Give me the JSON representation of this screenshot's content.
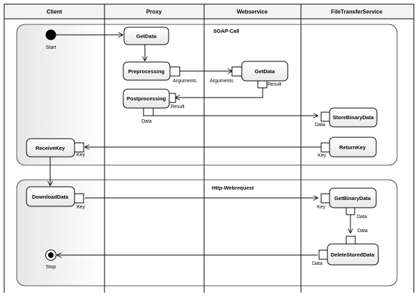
{
  "swimlanes": [
    "Client",
    "Proxy",
    "Webservice",
    "FileTransferService"
  ],
  "regions": {
    "soap": "SOAP-Call",
    "http": "Http-Webrequest"
  },
  "nodes": {
    "start": "Start",
    "stop": "Stop",
    "get_data_proxy": "GetData",
    "preprocessing": "Preprocessing",
    "get_data_ws": "GetData",
    "postprocessing": "Postprocessing",
    "store_binary_data": "StoreBinaryData",
    "receive_key": "ReceiveKey",
    "return_key": "ReturnKey",
    "download_data": "DownloadData",
    "get_binary_data": "GetBinaryData",
    "delete_stored_data": "DeleteStoredData"
  },
  "pins": {
    "pre_out": "Arguments",
    "ws_in": "Arguments",
    "ws_out": "Result",
    "post_in": "Result",
    "post_out": "Data",
    "store_in": "Data",
    "return_out": "Key",
    "receive_in": "Key",
    "download_out": "Key",
    "getbin_in": "Key",
    "getbin_out": "Data",
    "delete_in_top": "Data",
    "delete_out": "Data"
  }
}
